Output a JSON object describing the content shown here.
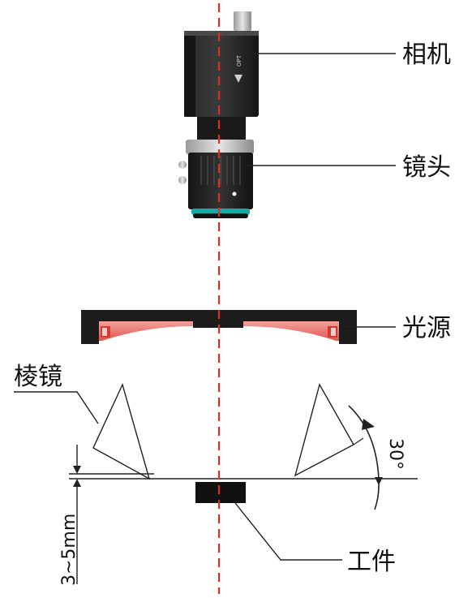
{
  "labels": {
    "camera": "相机",
    "lens": "镜头",
    "light_source": "光源",
    "prism": "棱镜",
    "workpiece": "工件",
    "distance": "3~5mm",
    "angle": "30°",
    "brand": "OPT"
  },
  "colors": {
    "axis_line": "#d9302c",
    "light_glow": "#ef7b74",
    "body_dark": "#1e1e1e",
    "lens_ring": "#17a9a8",
    "outline": "#222222"
  }
}
